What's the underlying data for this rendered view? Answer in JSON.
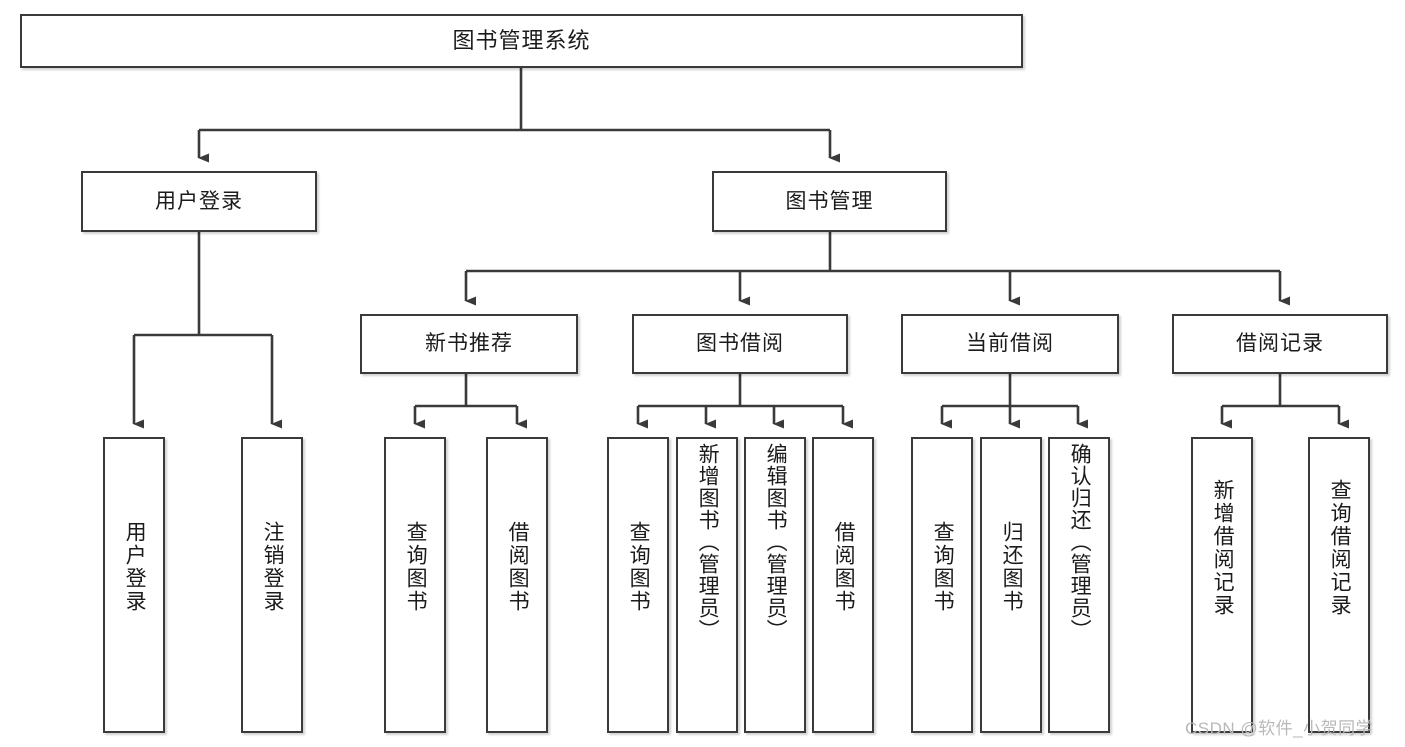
{
  "diagram": {
    "type": "tree",
    "title": "图书管理系统",
    "watermark": "CSDN @软件_小贺同学",
    "colors": {
      "background": "#ffffff",
      "border": "#3a3a3a",
      "text": "#1b1b1b",
      "connector": "#3a3a3a",
      "watermark": "#b9b9b9"
    },
    "nodes": {
      "root": {
        "label": "图书管理系统",
        "orientation": "horizontal"
      },
      "level2": [
        {
          "id": "user-login",
          "label": "用户登录",
          "orientation": "horizontal"
        },
        {
          "id": "book-manage",
          "label": "图书管理",
          "orientation": "horizontal"
        }
      ],
      "level3": [
        {
          "id": "new-book-recommend",
          "label": "新书推荐",
          "orientation": "horizontal"
        },
        {
          "id": "book-borrow",
          "label": "图书借阅",
          "orientation": "horizontal"
        },
        {
          "id": "current-borrow",
          "label": "当前借阅",
          "orientation": "horizontal"
        },
        {
          "id": "borrow-record",
          "label": "借阅记录",
          "orientation": "horizontal"
        }
      ],
      "leaves": [
        {
          "id": "leaf-user-login",
          "parent": "user-login",
          "label": "用户登录",
          "orientation": "vertical"
        },
        {
          "id": "leaf-user-logout",
          "parent": "user-login",
          "label": "注销登录",
          "orientation": "vertical"
        },
        {
          "id": "leaf-query-book-1",
          "parent": "new-book-recommend",
          "label": "查询图书",
          "orientation": "vertical"
        },
        {
          "id": "leaf-borrow-book-1",
          "parent": "new-book-recommend",
          "label": "借阅图书",
          "orientation": "vertical"
        },
        {
          "id": "leaf-query-book-2",
          "parent": "book-borrow",
          "label": "查询图书",
          "orientation": "vertical"
        },
        {
          "id": "leaf-add-book",
          "parent": "book-borrow",
          "label": "新增图书（管理员）",
          "orientation": "vertical"
        },
        {
          "id": "leaf-edit-book",
          "parent": "book-borrow",
          "label": "编辑图书（管理员）",
          "orientation": "vertical"
        },
        {
          "id": "leaf-borrow-book-2",
          "parent": "book-borrow",
          "label": "借阅图书",
          "orientation": "vertical"
        },
        {
          "id": "leaf-query-book-3",
          "parent": "current-borrow",
          "label": "查询图书",
          "orientation": "vertical"
        },
        {
          "id": "leaf-return-book",
          "parent": "current-borrow",
          "label": "归还图书",
          "orientation": "vertical"
        },
        {
          "id": "leaf-confirm-return",
          "parent": "current-borrow",
          "label": "确认归还（管理员）",
          "orientation": "vertical"
        },
        {
          "id": "leaf-add-record",
          "parent": "borrow-record",
          "label": "新增借阅记录",
          "orientation": "vertical"
        },
        {
          "id": "leaf-query-record",
          "parent": "borrow-record",
          "label": "查询借阅记录",
          "orientation": "vertical"
        }
      ]
    },
    "edges": [
      {
        "from": "root",
        "to": "user-login"
      },
      {
        "from": "root",
        "to": "book-manage"
      },
      {
        "from": "book-manage",
        "to": "new-book-recommend"
      },
      {
        "from": "book-manage",
        "to": "book-borrow"
      },
      {
        "from": "book-manage",
        "to": "current-borrow"
      },
      {
        "from": "book-manage",
        "to": "borrow-record"
      },
      {
        "from": "user-login",
        "to": "leaf-user-login"
      },
      {
        "from": "user-login",
        "to": "leaf-user-logout"
      },
      {
        "from": "new-book-recommend",
        "to": "leaf-query-book-1"
      },
      {
        "from": "new-book-recommend",
        "to": "leaf-borrow-book-1"
      },
      {
        "from": "book-borrow",
        "to": "leaf-query-book-2"
      },
      {
        "from": "book-borrow",
        "to": "leaf-add-book"
      },
      {
        "from": "book-borrow",
        "to": "leaf-edit-book"
      },
      {
        "from": "book-borrow",
        "to": "leaf-borrow-book-2"
      },
      {
        "from": "current-borrow",
        "to": "leaf-query-book-3"
      },
      {
        "from": "current-borrow",
        "to": "leaf-return-book"
      },
      {
        "from": "current-borrow",
        "to": "leaf-confirm-return"
      },
      {
        "from": "borrow-record",
        "to": "leaf-add-record"
      },
      {
        "from": "borrow-record",
        "to": "leaf-query-record"
      }
    ]
  }
}
